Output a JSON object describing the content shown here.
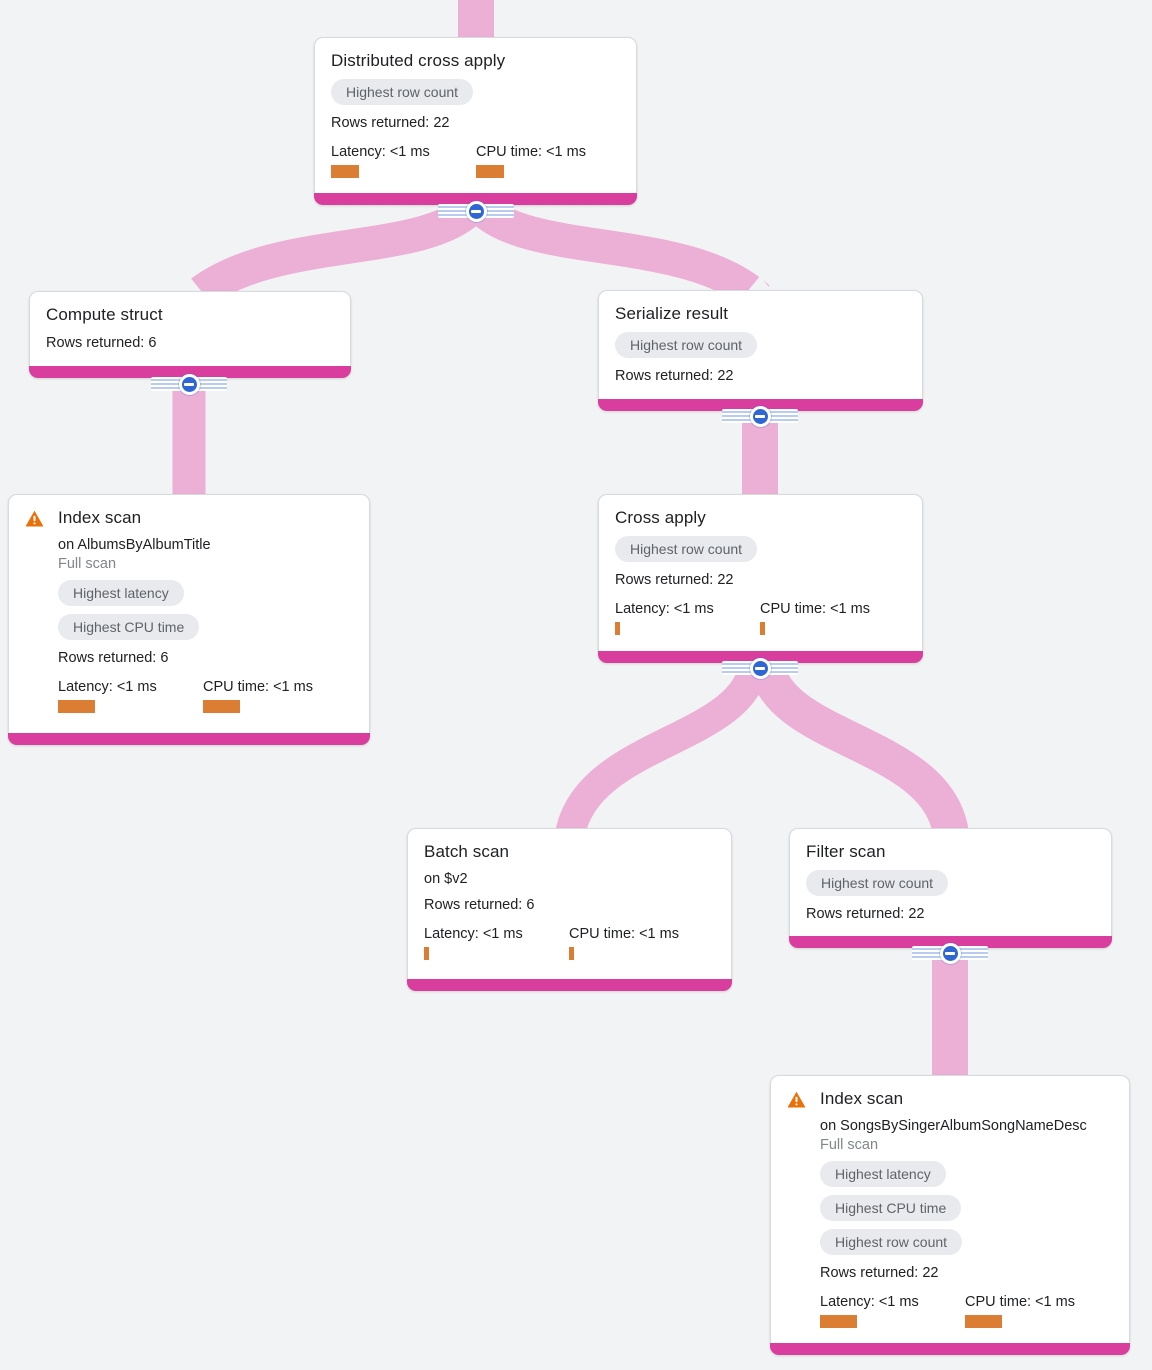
{
  "colors": {
    "bg": "#F1F3F4",
    "card": "#FFFFFF",
    "border": "#D8DADD",
    "magenta": "#D93D9D",
    "ribbon": "#ECAFD5",
    "orange": "#DB7E33",
    "badge-bg": "#E8EAED",
    "badge-text": "#5F6368",
    "text": "#202124",
    "muted": "#80868B",
    "blue": "#2E67D3",
    "stripe": "#B9CBEE",
    "warn": "#E8710A"
  },
  "nodes": {
    "distributed": {
      "title": "Distributed cross apply",
      "badges": [
        "Highest row count"
      ],
      "rows": "Rows returned: 22",
      "latency": "Latency: <1 ms",
      "cpu": "CPU time: <1 ms",
      "latency_bar": 28,
      "cpu_bar": 28
    },
    "compute": {
      "title": "Compute struct",
      "rows": "Rows returned: 6"
    },
    "serialize": {
      "title": "Serialize result",
      "badges": [
        "Highest row count"
      ],
      "rows": "Rows returned: 22"
    },
    "index_albums": {
      "title": "Index scan",
      "on": "on AlbumsByAlbumTitle",
      "note": "Full scan",
      "badges": [
        "Highest latency",
        "Highest CPU time"
      ],
      "rows": "Rows returned: 6",
      "latency": "Latency: <1 ms",
      "cpu": "CPU time: <1 ms",
      "latency_bar": 37,
      "cpu_bar": 37
    },
    "cross": {
      "title": "Cross apply",
      "badges": [
        "Highest row count"
      ],
      "rows": "Rows returned: 22",
      "latency": "Latency: <1 ms",
      "cpu": "CPU time: <1 ms",
      "latency_bar": 5,
      "cpu_bar": 5
    },
    "batch": {
      "title": "Batch scan",
      "on": "on $v2",
      "rows": "Rows returned: 6",
      "latency": "Latency: <1 ms",
      "cpu": "CPU time: <1 ms",
      "latency_bar": 5,
      "cpu_bar": 5
    },
    "filter": {
      "title": "Filter scan",
      "badges": [
        "Highest row count"
      ],
      "rows": "Rows returned: 22"
    },
    "index_songs": {
      "title": "Index scan",
      "on": "on SongsBySingerAlbumSongNameDesc",
      "note": "Full scan",
      "badges": [
        "Highest latency",
        "Highest CPU time",
        "Highest row count"
      ],
      "rows": "Rows returned: 22",
      "latency": "Latency: <1 ms",
      "cpu": "CPU time: <1 ms",
      "latency_bar": 37,
      "cpu_bar": 37
    }
  }
}
